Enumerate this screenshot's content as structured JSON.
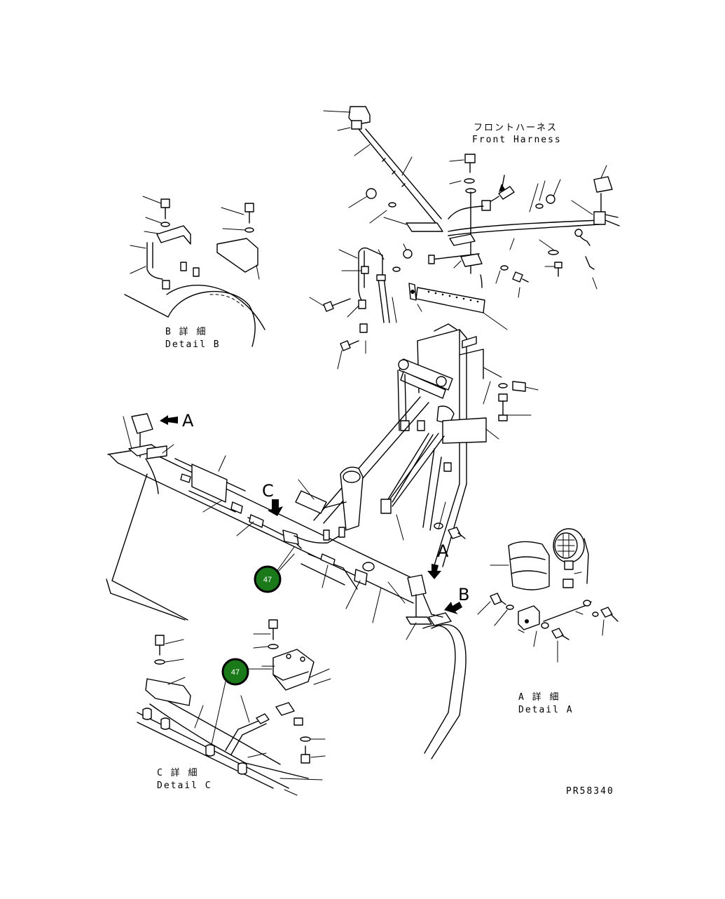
{
  "labels": {
    "front_harness_jp": "フロントハーネス",
    "front_harness_en": "Front Harness",
    "detail_b_jp": "B 詳 細",
    "detail_b_en": "Detail B",
    "detail_a_jp": "A 詳 細",
    "detail_a_en": "Detail A",
    "detail_c_jp": "C 詳 細",
    "detail_c_en": "Detail C",
    "view_a_top": "A",
    "view_a_mid": "A",
    "view_b": "B",
    "view_c": "C",
    "drawing_number": "PR58340"
  },
  "callouts": [
    {
      "number": "47",
      "color": "#1a7a1a"
    },
    {
      "number": "47",
      "color": "#1a7a1a"
    }
  ]
}
